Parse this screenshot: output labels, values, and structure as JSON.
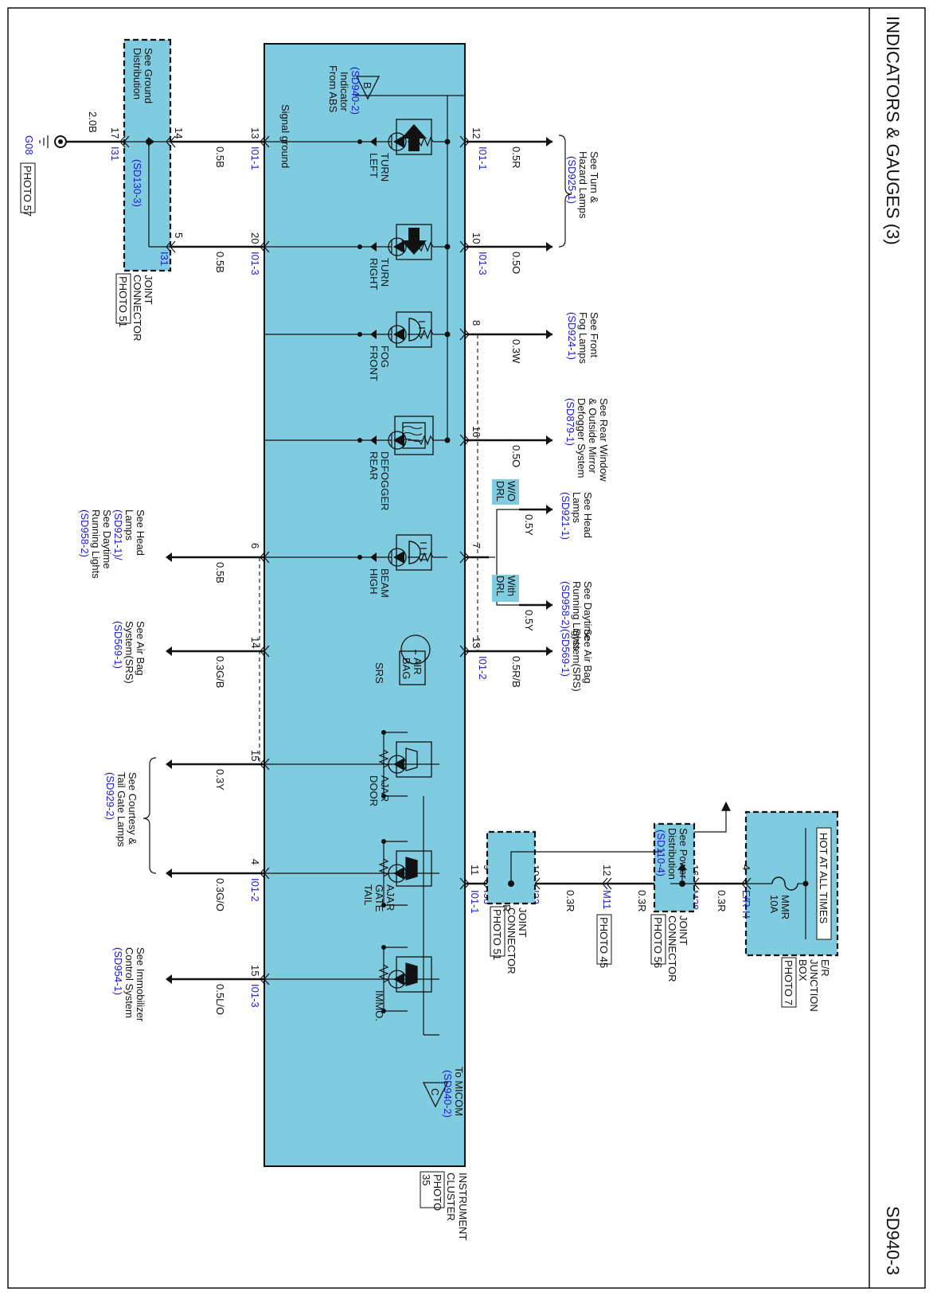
{
  "title": "INDICATORS & GAUGES (3)",
  "page_code": "SD940-3",
  "colors": {
    "component_fill": "#7fcbe0",
    "link_blue": "#1a1acc",
    "line": "#111111"
  },
  "top": {
    "hot_label": "HOT AT ALL TIMES",
    "fuse": "MMR",
    "fuse_rating": "10A",
    "junction_box": [
      "E/R",
      "JUNCTION",
      "BOX"
    ],
    "junction_photo": "PHOTO 7",
    "power_dist": [
      "See Power",
      "Distribution"
    ],
    "power_dist_ref": "(SD110-4)",
    "jc56": [
      "JOINT",
      "CONNECTOR"
    ],
    "jc56_photo": "PHOTO 56",
    "m11_photo": "PHOTO 45",
    "jc51b": [
      "JOINT",
      "CONNECTOR"
    ],
    "jc51b_photo": "PHOTO 51",
    "pins": {
      "p4": "4",
      "erh": "E/R-H",
      "p16": "16",
      "m28a": "M28",
      "p17": "17",
      "m28b": "M28",
      "p12": "12",
      "m11": "M11",
      "p10": "10",
      "i33a": "I33",
      "p9": "9",
      "i33b": "I33",
      "p11": "11",
      "i011": "I01-1"
    },
    "wires": [
      "0.3R",
      "0.3R",
      "0.3R",
      "0.3R"
    ]
  },
  "cluster": {
    "label": [
      "INSTRUMENT",
      "CLUSTER"
    ],
    "photo": "PHOTO",
    "photo_num": "35",
    "signal_ground": "Signal ground",
    "abs": [
      "From ABS",
      "Indicator"
    ],
    "abs_ref": "(SD940-2)",
    "abs_tag": "B",
    "micom": "To MICOM",
    "micom_ref": "(SD940-2)",
    "micom_tag": "C",
    "indicators": [
      [
        "LEFT",
        "TURN"
      ],
      [
        "RIGHT",
        "TURN"
      ],
      [
        "FRONT",
        "FOG"
      ],
      [
        "REAR",
        "DEFOGGER"
      ],
      [
        "HIGH",
        "BEAM"
      ],
      [
        "SRS"
      ],
      [
        "DOOR",
        "AJAR"
      ],
      [
        "TAIL",
        "GATE",
        "AJAR"
      ],
      [
        "IMMO."
      ]
    ],
    "airbag_icon": [
      "AIR",
      "BAG"
    ]
  },
  "upper": {
    "c1_pin": "12",
    "c1_conn": "I01-1",
    "c1_wire": "0.5R",
    "c2_pin": "10",
    "c2_conn": "I01-3",
    "c2_wire": "0.5O",
    "c3_pin": "8",
    "c3_wire": "0.3W",
    "c4_pin": "16",
    "c4_wire": "0.5O",
    "c5_pin": "7",
    "c6_pin": "13",
    "c6_conn": "I01-2",
    "c6_wire": "0.5R/B",
    "turn_ref": [
      "See Turn &",
      "Hazard Lamps"
    ],
    "turn_code": "(SD925-1)",
    "fog_ref": [
      "See Front",
      "Fog Lamps"
    ],
    "fog_code": "(SD924-1)",
    "defog_ref": [
      "See Rear Window",
      "& Outside Mirror",
      "Defogger System"
    ],
    "defog_code": "(SD879-1)",
    "head_ref": [
      "See Head",
      "Lamps"
    ],
    "head_code": "(SD921-1)",
    "drl_ref": [
      "See Daytime",
      "Running Lights"
    ],
    "drl_code": "(SD958-2)",
    "srs_ref": [
      "See Air Bag",
      "System(SRS)"
    ],
    "srs_code": "(SD569-1)",
    "wo_drl": [
      "W/O",
      "DRL"
    ],
    "w_drl": [
      "With",
      "DRL"
    ],
    "wo_wire": "0.5Y",
    "w_wire": "0.5Y"
  },
  "lower": {
    "g_pin1": "13",
    "g_conn1": "I01-1",
    "g_wire1": "0.5B",
    "g_pin2": "20",
    "g_conn2": "I01-3",
    "g_wire2": "0.5B",
    "jc_pin14": "14",
    "jc_pin5": "5",
    "jc_conn5": "I31",
    "jc_pin17": "17",
    "jc_conn17": "I31",
    "ground_wire": "2.0B",
    "ground_id": "G08",
    "ground_photo": "PHOTO 57",
    "ground_dist": [
      "See Ground",
      "Distribution"
    ],
    "ground_code": "(SD130-3)",
    "jc51": [
      "JOINT",
      "CONNECTOR"
    ],
    "jc51_photo": "PHOTO 51",
    "hb_pin": "6",
    "hb_wire": "0.5B",
    "hb_ref": [
      "See Head",
      "Lamps"
    ],
    "hb_code1": "(SD921-1)/",
    "hb_ref2": [
      "See Daytime",
      "Running Lights"
    ],
    "hb_code2": "(SD958-2)",
    "srs_pin": "14",
    "srs_wire": "0.3G/B",
    "srs_ref": [
      "See Air Bag",
      "System(SRS)"
    ],
    "srs_code": "(SD569-1)",
    "door_pin": "15",
    "door_wire": "0.3Y",
    "tail_pin": "4",
    "tail_conn": "I01-2",
    "tail_wire": "0.3G/O",
    "courtesy_ref": [
      "See Courtesy &",
      "Tail Gate Lamps"
    ],
    "courtesy_code": "(SD929-2)",
    "immo_pin": "15",
    "immo_conn": "I01-3",
    "immo_wire": "0.5L/O",
    "immo_ref": [
      "See Immobilizer",
      "Control System"
    ],
    "immo_code": "(SD954-1)"
  }
}
